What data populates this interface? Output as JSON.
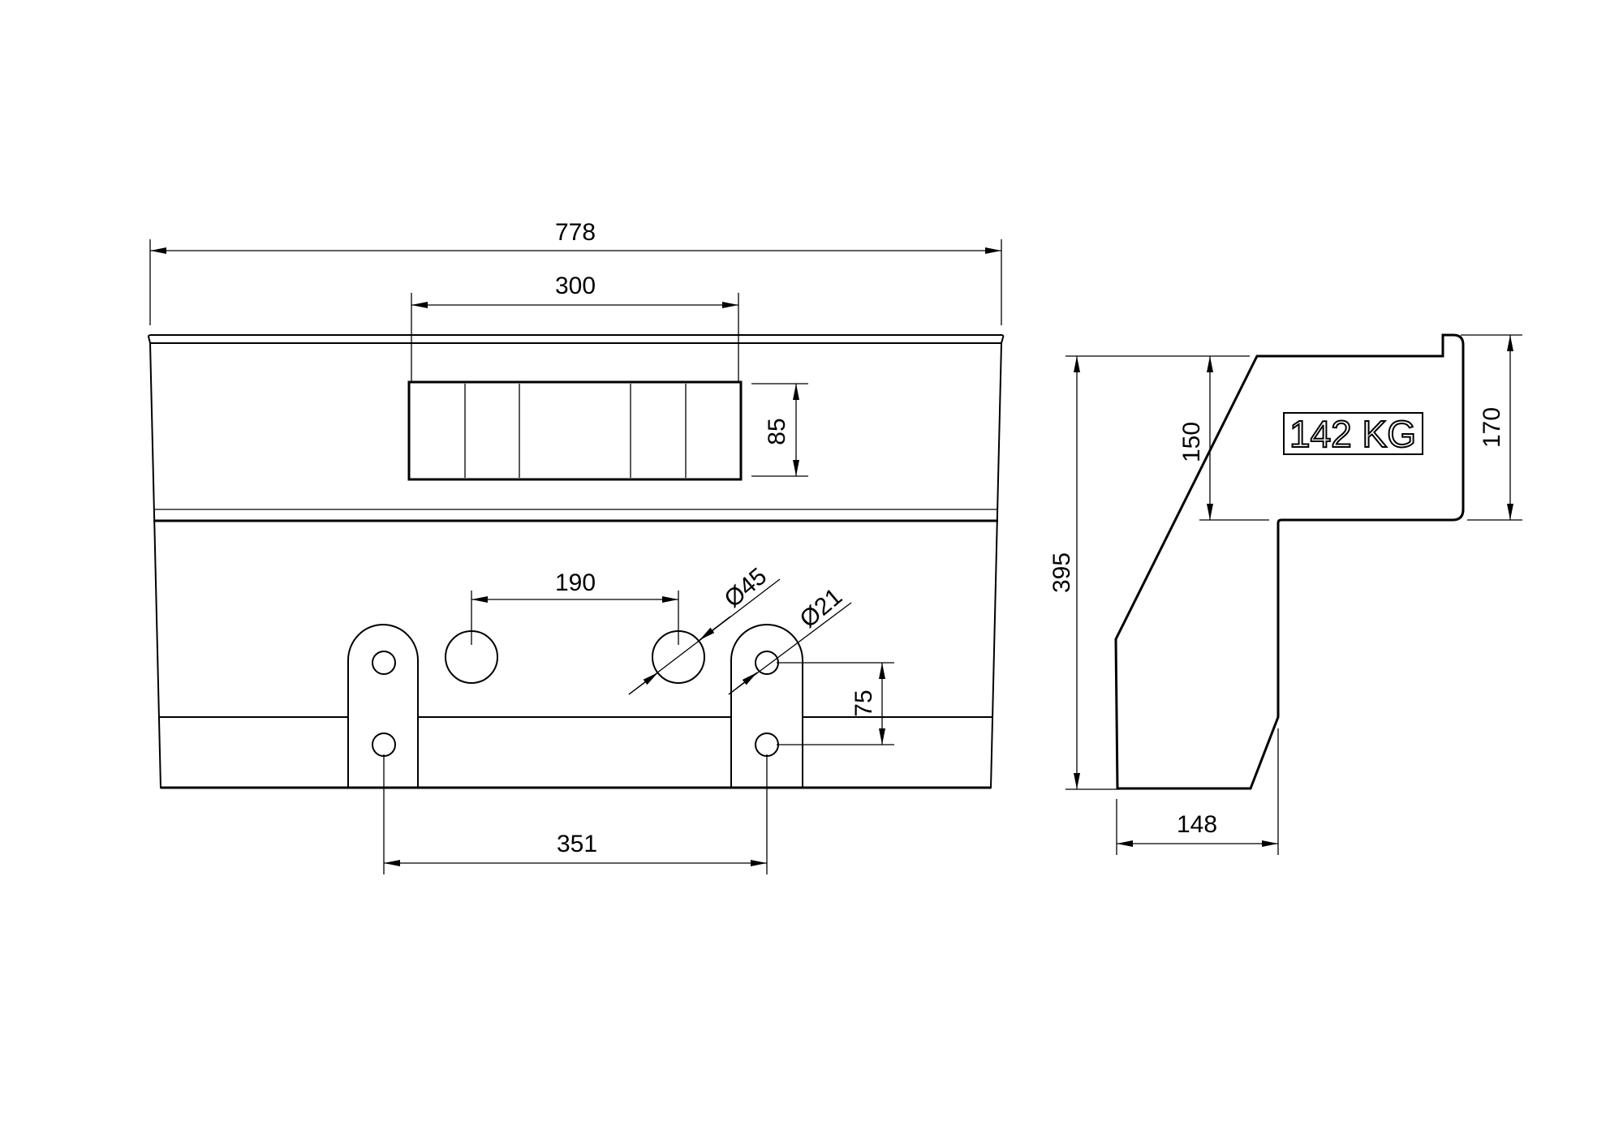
{
  "drawing": {
    "front_view": {
      "overall_width": "778",
      "window_width": "300",
      "window_height": "85",
      "hole_spacing": "190",
      "large_hole_diameter": "Ø45",
      "small_hole_diameter": "Ø21",
      "lug_hole_spacing": "75",
      "lug_spacing": "351"
    },
    "side_view": {
      "overall_height": "395",
      "upper_height": "150",
      "hook_height": "170",
      "bottom_depth": "148",
      "weight_label": "142 KG"
    }
  }
}
